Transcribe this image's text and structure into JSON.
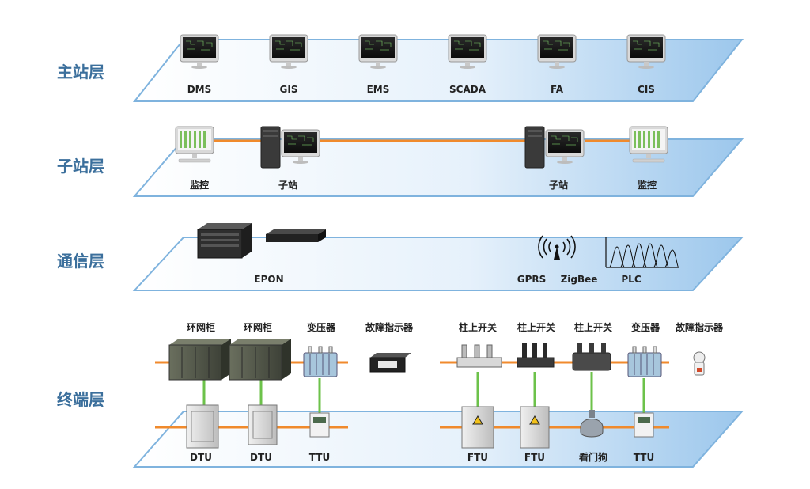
{
  "layers": {
    "master": "主站层",
    "substation": "子站层",
    "communication": "通信层",
    "terminal": "终端层"
  },
  "master_items": [
    "DMS",
    "GIS",
    "EMS",
    "SCADA",
    "FA",
    "CIS"
  ],
  "substation_items": {
    "left_monitor": "监控",
    "left_station": "子站",
    "right_station": "子站",
    "right_monitor": "监控"
  },
  "communication_items": {
    "epon": "EPON",
    "gprs": "GPRS",
    "zigbee": "ZigBee",
    "plc": "PLC"
  },
  "terminal_top_labels": [
    "环网柜",
    "环网柜",
    "变压器",
    "故障指示器",
    "柱上开关",
    "柱上开关",
    "柱上开关",
    "变压器",
    "故障指示器"
  ],
  "terminal_bottom_labels": [
    "DTU",
    "DTU",
    "TTU",
    "FTU",
    "FTU",
    "看门狗",
    "TTU"
  ],
  "colors": {
    "layer_text": "#3b6f9c",
    "plate_edge": "#7fb3de",
    "link_orange": "#f08a2c",
    "link_green": "#6cc24a"
  }
}
